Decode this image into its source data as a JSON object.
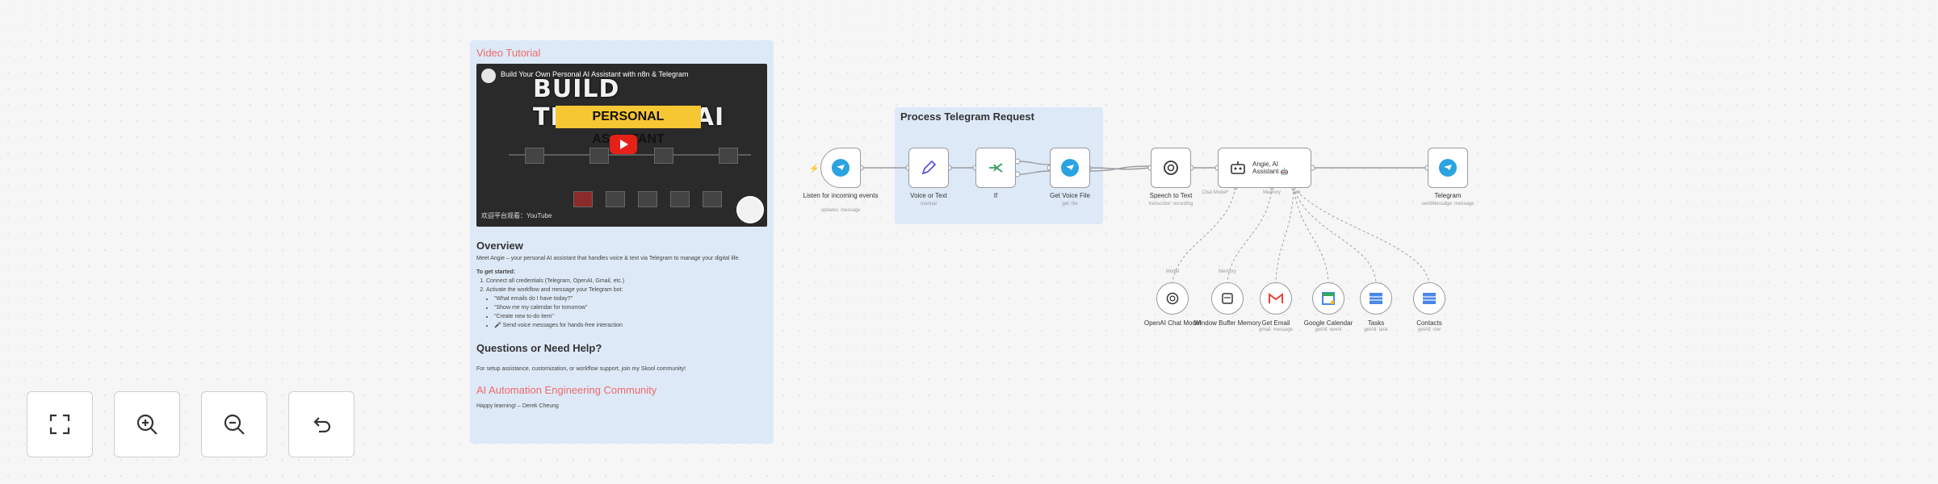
{
  "sticky": {
    "video_label": "Video Tutorial",
    "video": {
      "title": "Build Your Own Personal AI Assistant with n8n & Telegram",
      "big_title": "BUILD TELEGRAM AI",
      "banner": "PERSONAL ASSISTANT",
      "caption": "欢迎平台观看：YouTube"
    },
    "overview_heading": "Overview",
    "overview_text": "Meet Angie – your personal AI assistant that handles voice & text via Telegram to manage your digital life.",
    "get_started": "To get started:",
    "steps": [
      "Connect all credentials (Telegram, OpenAI, Gmail, etc.)",
      "Activate the workflow and message your Telegram bot:"
    ],
    "examples": [
      "\"What emails do I have today?\"",
      "\"Show me my calendar for tomorrow\"",
      "\"Create new to-do item\"",
      "🎤 Send voice messages for hands-free interaction"
    ],
    "help_heading": "Questions or Need Help?",
    "help_text": "For setup assistance, customization, or workflow support, join my Skool community!",
    "community_link": "AI Automation Engineering Community",
    "signoff": "Happy learning! – Derek Cheung"
  },
  "group": {
    "title": "Process Telegram Request"
  },
  "nodes": {
    "trigger": {
      "label": "Listen for incoming events",
      "sub": "updates: message"
    },
    "voice_or_text": {
      "label": "Voice or Text",
      "sub": "manual"
    },
    "if": {
      "label": "If",
      "sub": ""
    },
    "get_voice_file": {
      "label": "Get Voice File",
      "sub": "get: file"
    },
    "speech_to_text": {
      "label": "Speech to Text",
      "sub": "transcribe: recording"
    },
    "agent": {
      "label": "Angie, AI Assistant 🤖",
      "port_chat": "Chat Model*",
      "port_memory": "Memory",
      "port_tool": "Tool"
    },
    "telegram": {
      "label": "Telegram",
      "sub": "sendMessage: message"
    },
    "openai_model": {
      "label": "OpenAI Chat Model",
      "port_top": "Model"
    },
    "memory": {
      "label": "Window Buffer Memory",
      "port_top": "Memory"
    },
    "get_email": {
      "label": "Get Email",
      "sub": "gmail: message"
    },
    "google_calendar": {
      "label": "Google Calendar",
      "sub": "getAll: event"
    },
    "tasks": {
      "label": "Tasks",
      "sub": "getAll: task"
    },
    "contacts": {
      "label": "Contacts",
      "sub": "getAll: row"
    }
  },
  "controls": {
    "fit": "fit-view",
    "zoom_in": "zoom-in",
    "zoom_out": "zoom-out",
    "reset": "undo"
  },
  "colors": {
    "accent": "#ef6a6a",
    "sticky": "#dde9f7",
    "telegram": "#2aa3e0",
    "if_green": "#2f9e5a",
    "voice_purple": "#5a57d6"
  }
}
